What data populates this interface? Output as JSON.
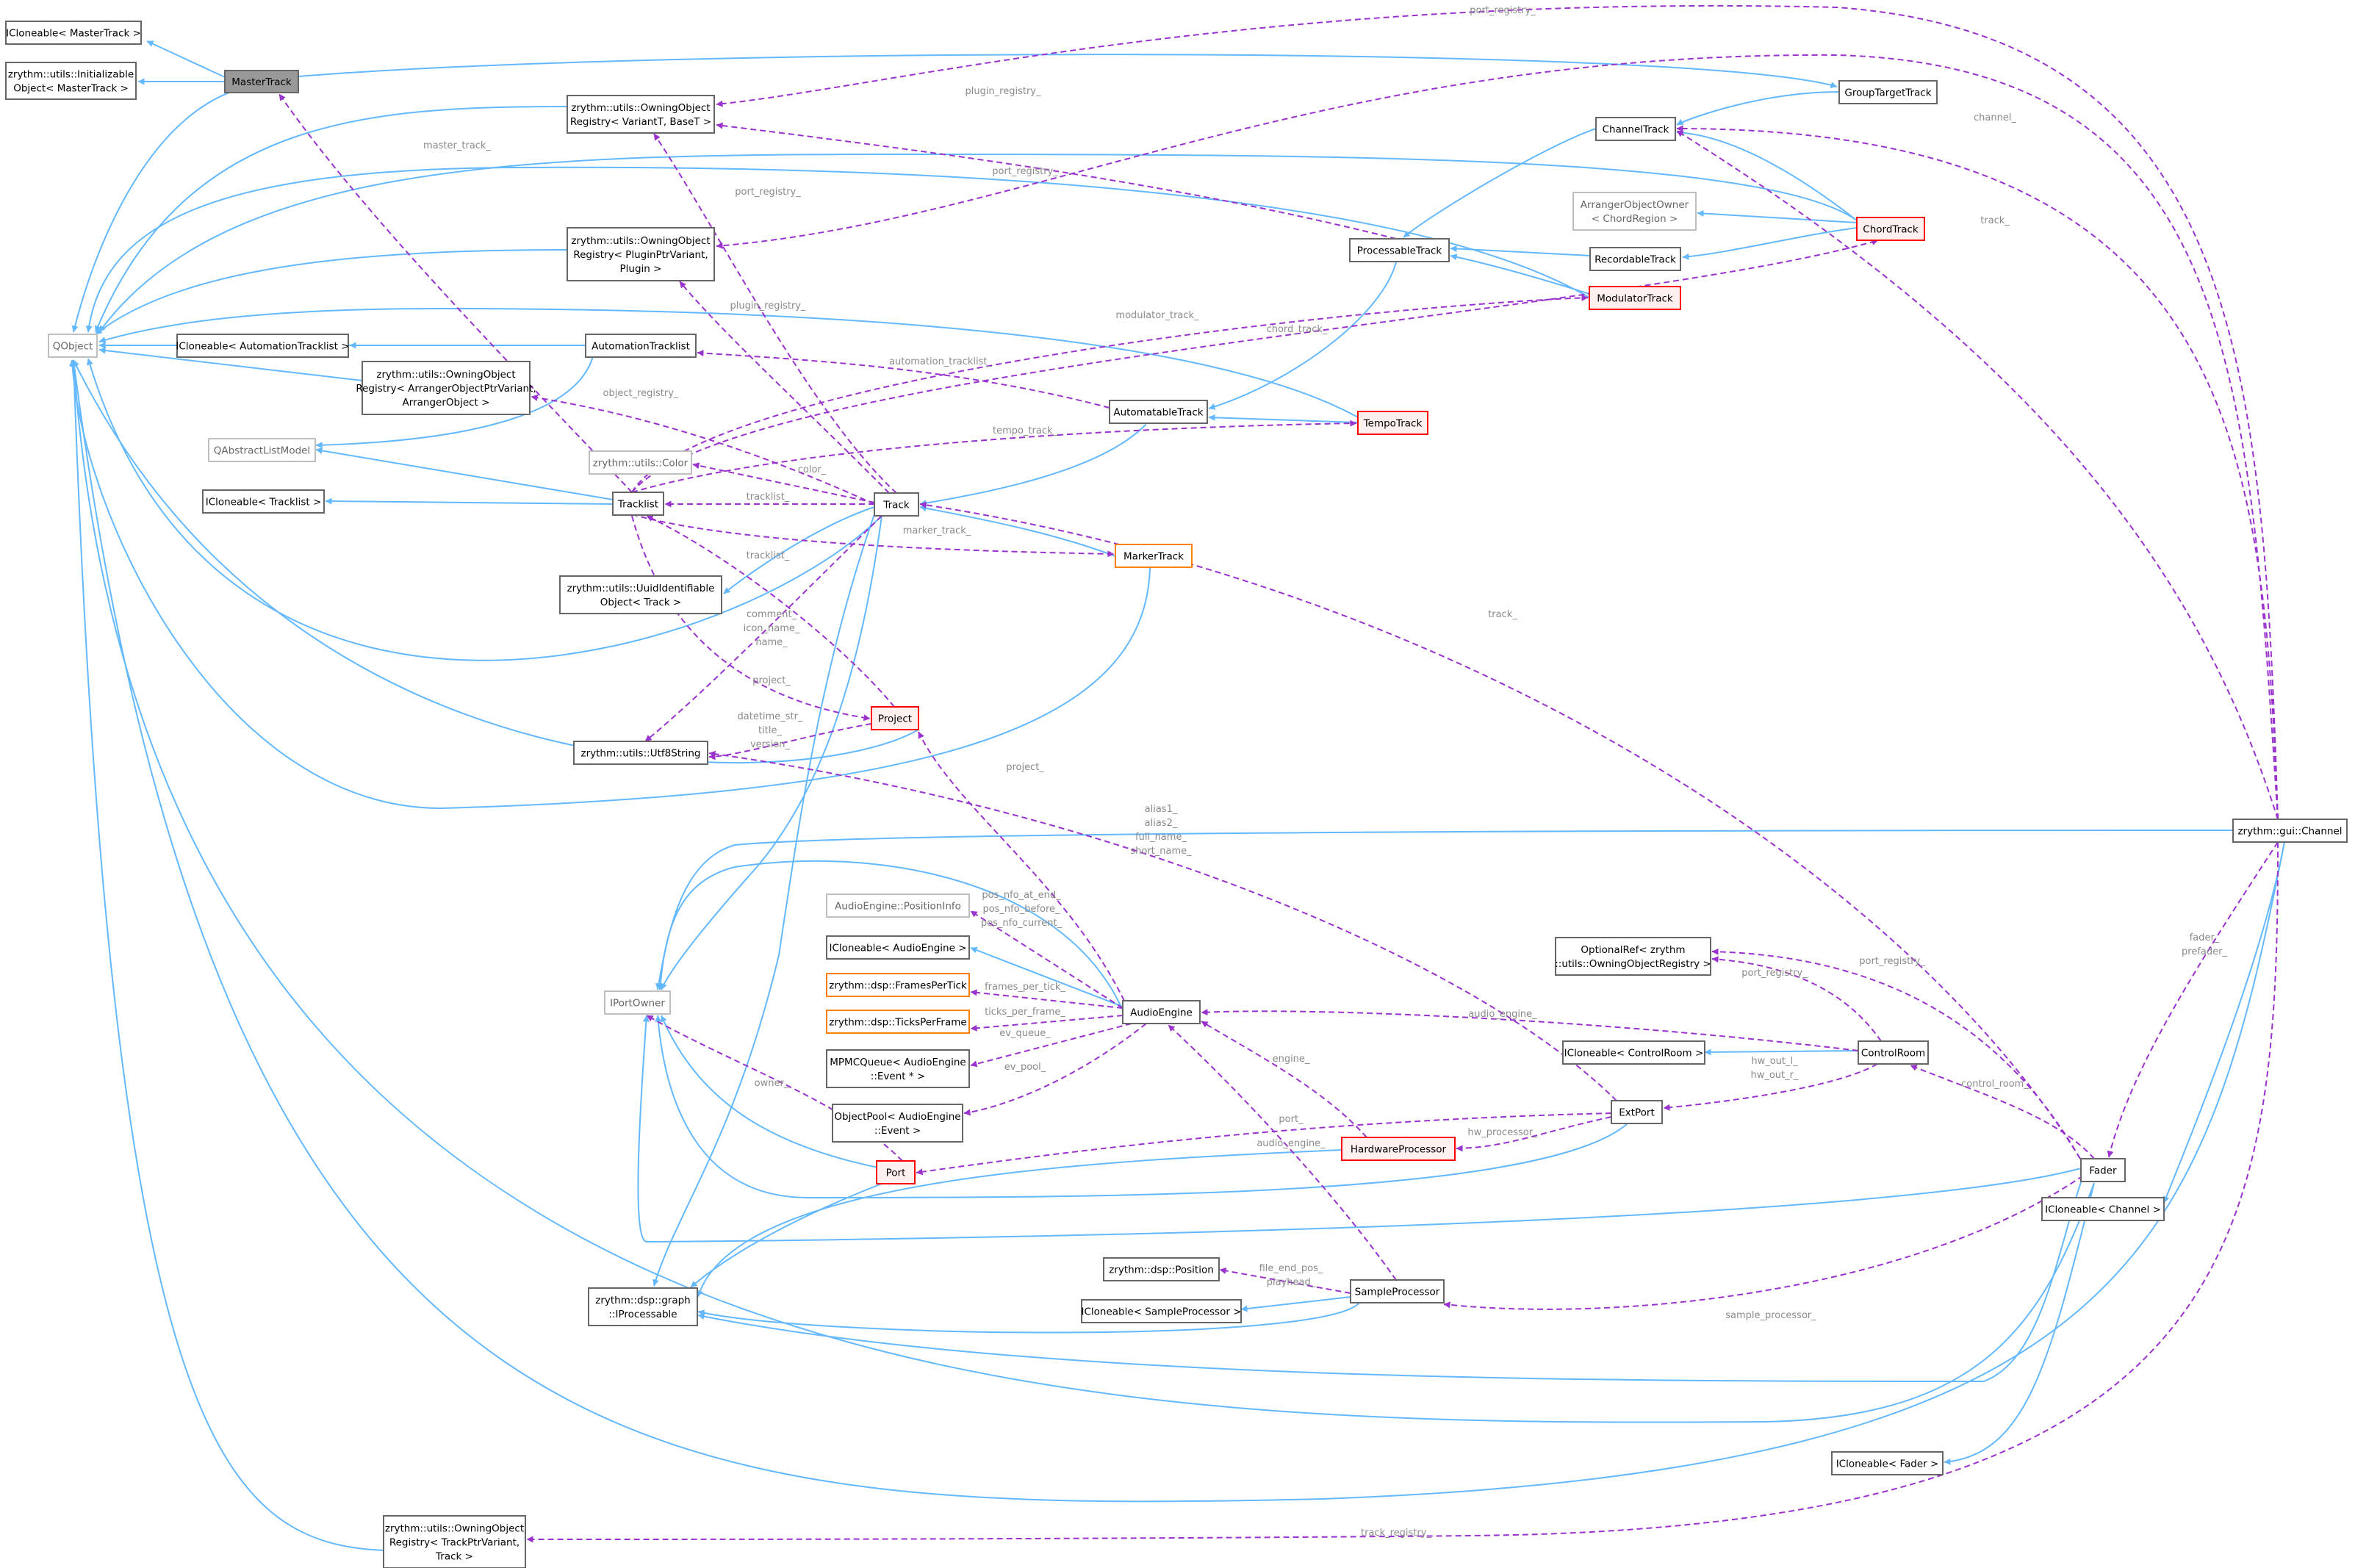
{
  "colors": {
    "inherit": "#63b8ff",
    "usage": "#9a32cd",
    "label": "#8a8a8a",
    "node_border": "#666666",
    "node_gray_border": "#bfbfbf",
    "node_red_border": "#ff0000",
    "node_orange_border": "#ff8000",
    "focus_fill": "#999999"
  },
  "nodes": {
    "icloneable_mastertrack": [
      "ICloneable< MasterTrack >"
    ],
    "initializable_mastertrack": [
      "zrythm::utils::Initializable",
      "Object< MasterTrack >"
    ],
    "mastertrack": [
      "MasterTrack"
    ],
    "qobject": [
      "QObject"
    ],
    "owning_variant": [
      "zrythm::utils::OwningObject",
      "Registry< VariantT, BaseT >"
    ],
    "owning_plugin": [
      "zrythm::utils::OwningObject",
      "Registry< PluginPtrVariant,",
      "Plugin >"
    ],
    "icloneable_automationtracklist": [
      "ICloneable< AutomationTracklist >"
    ],
    "automationtracklist": [
      "AutomationTracklist"
    ],
    "owning_arranger": [
      "zrythm::utils::OwningObject",
      "Registry< ArrangerObjectPtrVariant,",
      "ArrangerObject >"
    ],
    "qabstractlistmodel": [
      "QAbstractListModel"
    ],
    "icloneable_tracklist": [
      "ICloneable< Tracklist >"
    ],
    "tracklist": [
      "Tracklist"
    ],
    "utils_color": [
      "zrythm::utils::Color"
    ],
    "uuididentifiable": [
      "zrythm::utils::UuidIdentifiable",
      "Object< Track >"
    ],
    "utf8string": [
      "zrythm::utils::Utf8String"
    ],
    "track": [
      "Track"
    ],
    "project": [
      "Project"
    ],
    "markertrack": [
      "MarkerTrack"
    ],
    "automatabletrack": [
      "AutomatableTrack"
    ],
    "tempotrack": [
      "TempoTrack"
    ],
    "processabletrack": [
      "ProcessableTrack"
    ],
    "modulatortrack": [
      "ModulatorTrack"
    ],
    "recordabletrack": [
      "RecordableTrack"
    ],
    "arrangerobjectowner": [
      "ArrangerObjectOwner",
      "< ChordRegion >"
    ],
    "chordtrack": [
      "ChordTrack"
    ],
    "channeltrack": [
      "ChannelTrack"
    ],
    "grouptargettrack": [
      "GroupTargetTrack"
    ],
    "gui_channel": [
      "zrythm::gui::Channel"
    ],
    "iportowner": [
      "IPortOwner"
    ],
    "positioninfo": [
      "AudioEngine::PositionInfo"
    ],
    "icloneable_audioengine": [
      "ICloneable< AudioEngine >"
    ],
    "framespertick": [
      "zrythm::dsp::FramesPerTick"
    ],
    "ticksperframe": [
      "zrythm::dsp::TicksPerFrame"
    ],
    "mpmcqueue": [
      "MPMCQueue< AudioEngine",
      "::Event * >"
    ],
    "objectpool": [
      "ObjectPool< AudioEngine",
      "::Event >"
    ],
    "audioengine": [
      "AudioEngine"
    ],
    "port": [
      "Port"
    ],
    "iprocessable": [
      "zrythm::dsp::graph",
      "::IProcessable"
    ],
    "dsp_position": [
      "zrythm::dsp::Position"
    ],
    "icloneable_sampleprocessor": [
      "ICloneable< SampleProcessor >"
    ],
    "sampleprocessor": [
      "SampleProcessor"
    ],
    "hardwareprocessor": [
      "HardwareProcessor"
    ],
    "extport": [
      "ExtPort"
    ],
    "optionalref": [
      "OptionalRef< zrythm",
      "::utils::OwningObjectRegistry >"
    ],
    "icloneable_controlroom": [
      "ICloneable< ControlRoom >"
    ],
    "controlroom": [
      "ControlRoom"
    ],
    "fader": [
      "Fader"
    ],
    "icloneable_channel": [
      "ICloneable< Channel >"
    ],
    "icloneable_fader": [
      "ICloneable< Fader >"
    ],
    "owning_track": [
      "zrythm::utils::OwningObject",
      "Registry< TrackPtrVariant,",
      "Track >"
    ]
  },
  "edge_labels": {
    "port_registry_top": [
      "port_registry_"
    ],
    "plugin_registry_top": [
      "plugin_registry_"
    ],
    "channel": [
      "channel_"
    ],
    "master_track": [
      "master_track_"
    ],
    "port_registry_track": [
      "port_registry_"
    ],
    "port_registry_proc": [
      "port_registry_"
    ],
    "plugin_registry_track": [
      "plugin_registry_"
    ],
    "track_chord": [
      "track_"
    ],
    "modulator_track": [
      "modulator_track_"
    ],
    "chord_track": [
      "chord_track_"
    ],
    "automation_tracklist": [
      "automation_tracklist_"
    ],
    "object_registry": [
      "object_registry_"
    ],
    "tempo_track": [
      "tempo_track_"
    ],
    "color": [
      "color_"
    ],
    "tracklist_a": [
      "tracklist_"
    ],
    "marker_track": [
      "marker_track_"
    ],
    "tracklist_b": [
      "tracklist_"
    ],
    "track_fader": [
      "track_"
    ],
    "comment": [
      "comment_",
      "icon_name_",
      "name_"
    ],
    "project_a": [
      "project_"
    ],
    "datetime": [
      "datetime_str_",
      "title_",
      "version_"
    ],
    "project_b": [
      "project_"
    ],
    "alias": [
      "alias1_",
      "alias2_",
      "full_name_",
      "short_name_"
    ],
    "pos_nfo": [
      "pos_nfo_at_end_",
      "pos_nfo_before_",
      "pos_nfo_current_"
    ],
    "frames_per_tick": [
      "frames_per_tick_"
    ],
    "ticks_per_frame": [
      "ticks_per_frame_"
    ],
    "ev_queue": [
      "ev_queue_"
    ],
    "ev_pool": [
      "ev_pool_"
    ],
    "owner": [
      "owner_"
    ],
    "engine": [
      "engine_"
    ],
    "audio_engine_a": [
      "audio_engine_"
    ],
    "audio_engine_b": [
      "audio_engine_"
    ],
    "port_ext": [
      "port_"
    ],
    "hw_processor": [
      "hw_processor_"
    ],
    "hw_out": [
      "hw_out_l_",
      "hw_out_r_"
    ],
    "port_registry_opt": [
      "port_registry_"
    ],
    "port_registry_fader": [
      "port_registry_"
    ],
    "control_room": [
      "control_room_"
    ],
    "fader_prefader": [
      "fader_",
      "prefader_"
    ],
    "file_end_pos": [
      "file_end_pos_",
      "playhead_"
    ],
    "sample_processor": [
      "sample_processor_"
    ],
    "track_registry": [
      "track_registry_"
    ]
  }
}
